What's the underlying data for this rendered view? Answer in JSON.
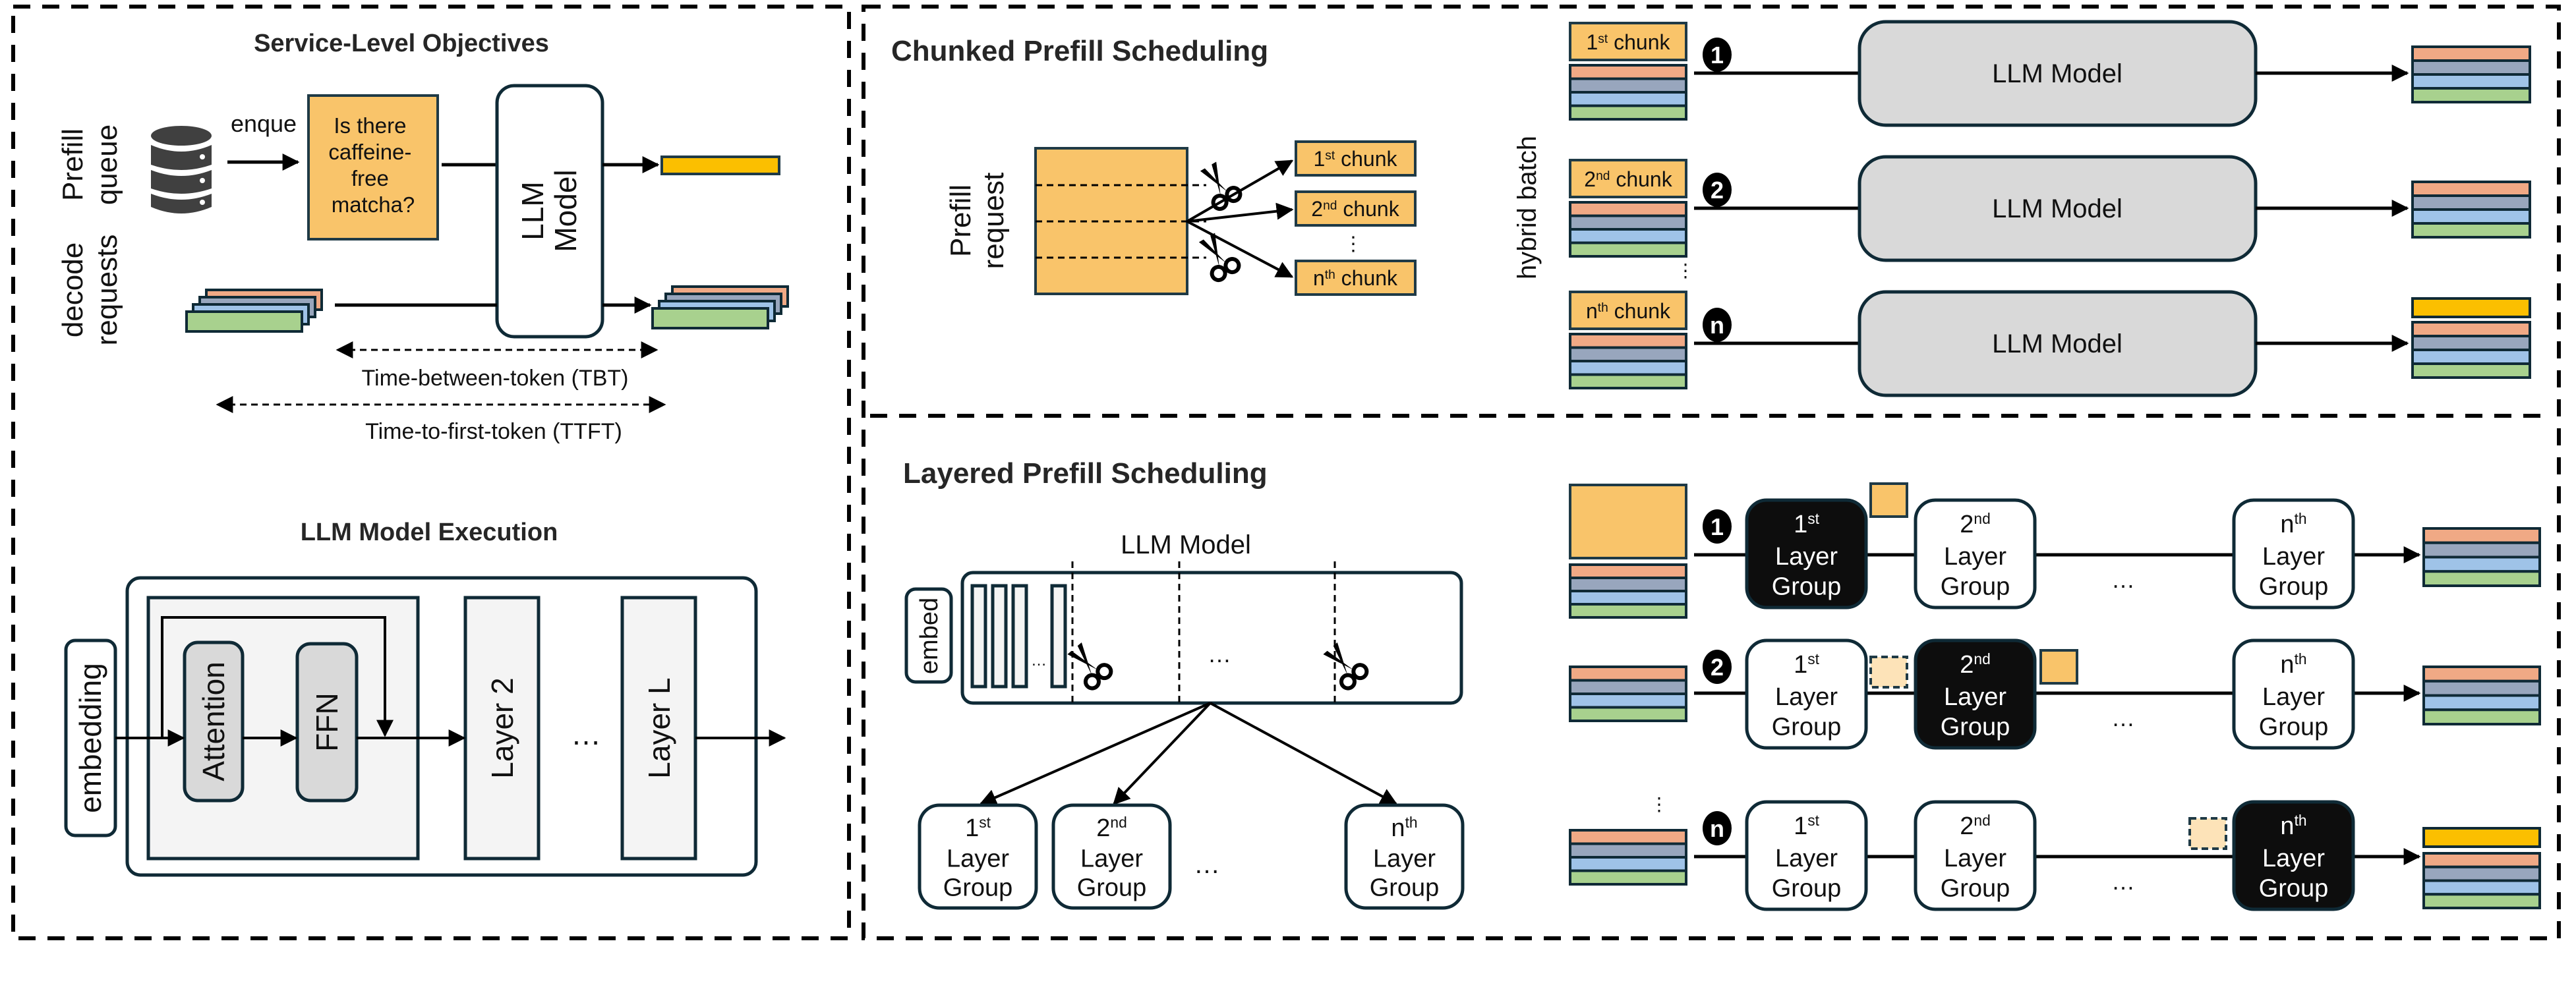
{
  "colors": {
    "prefill_orange": "#f9c46a",
    "prefill_orange_light": "#fde3b8",
    "output_yellow": "#fbbf00",
    "kv_salmon": "#f0a985",
    "kv_slate": "#98a6bd",
    "kv_blue": "#9fc3e8",
    "kv_green": "#a8d18e",
    "model_gray": "#d9d9d9",
    "layer_light": "#f4f4f4",
    "active_group": "#0d0d0d"
  },
  "slo": {
    "title": "Service-Level Objectives",
    "prefill_label_line1": "Prefill",
    "prefill_label_line2": "queue",
    "decode_label_line1": "decode",
    "decode_label_line2": "requests",
    "enque_label": "enque",
    "question_lines": [
      "Is there",
      "caffeine-",
      "free",
      "matcha?"
    ],
    "model_label_line1": "LLM",
    "model_label_line2": "Model",
    "tbt_label": "Time-between-token (TBT)",
    "ttft_label": "Time-to-first-token (TTFT)",
    "icons": {
      "queue": "database-icon"
    }
  },
  "execution": {
    "title": "LLM Model Execution",
    "embedding_label": "embedding",
    "attention_label": "Attention",
    "ffn_label": "FFN",
    "layer2_label": "Layer 2",
    "layerL_label": "Layer L",
    "ellipsis": "…"
  },
  "chunked": {
    "title": "Chunked Prefill Scheduling",
    "request_label_line1": "Prefill",
    "request_label_line2": "request",
    "hybrid_batch_label": "hybrid batch",
    "chunks": [
      {
        "num": "1",
        "sup": "st",
        "word": "chunk"
      },
      {
        "num": "2",
        "sup": "nd",
        "word": "chunk"
      },
      {
        "num": "n",
        "sup": "th",
        "word": "chunk"
      }
    ],
    "vertical_ellipsis": "⋮",
    "steps": [
      {
        "badge": "1",
        "model_label": "LLM Model",
        "emits_token": false
      },
      {
        "badge": "2",
        "model_label": "LLM Model",
        "emits_token": false
      },
      {
        "badge": "n",
        "model_label": "LLM Model",
        "emits_token": true
      }
    ],
    "icons": {
      "cut": "scissors-icon"
    }
  },
  "layered": {
    "title": "Layered Prefill Scheduling",
    "model_label": "LLM Model",
    "embed_label": "embed",
    "ellipsis": "…",
    "groups": [
      {
        "num": "1",
        "sup": "st",
        "line2": "Layer",
        "line3": "Group"
      },
      {
        "num": "2",
        "sup": "nd",
        "line2": "Layer",
        "line3": "Group"
      },
      {
        "num": "n",
        "sup": "th",
        "line2": "Layer",
        "line3": "Group"
      }
    ],
    "steps": [
      {
        "badge": "1",
        "active_group": 0,
        "emits_token": false
      },
      {
        "badge": "2",
        "active_group": 1,
        "emits_token": false
      },
      {
        "badge": "n",
        "active_group": 2,
        "emits_token": true
      }
    ],
    "vertical_ellipsis": "⋮"
  }
}
